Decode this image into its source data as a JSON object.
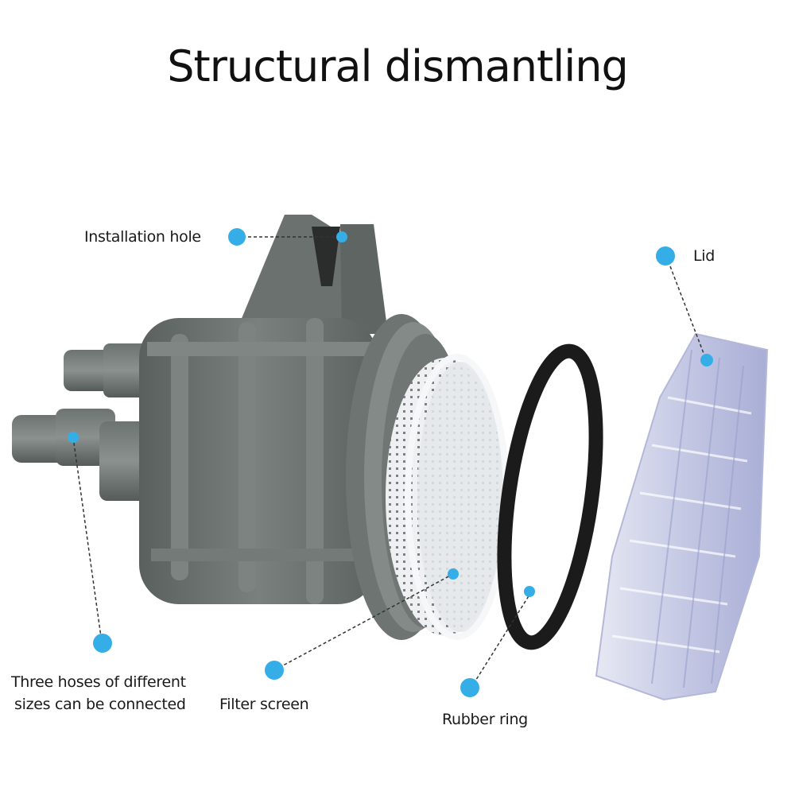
{
  "title": "Structural dismantling",
  "subtitle": "",
  "accent_color": "#35aee8",
  "callouts": [
    {
      "id": "installation-hole",
      "label": "Installation hole"
    },
    {
      "id": "hoses",
      "label_line1": "Three hoses of different",
      "label_line2": "sizes can be connected"
    },
    {
      "id": "filter-screen",
      "label": "Filter screen"
    },
    {
      "id": "rubber-ring",
      "label": "Rubber ring"
    },
    {
      "id": "lid",
      "label": "Lid"
    }
  ],
  "colors": {
    "body_gray": "#6f7673",
    "body_dark": "#4f5552",
    "filter_white": "#eef0f2",
    "rubber_black": "#1b1b1b",
    "lid_clear": "#c9cde6"
  }
}
